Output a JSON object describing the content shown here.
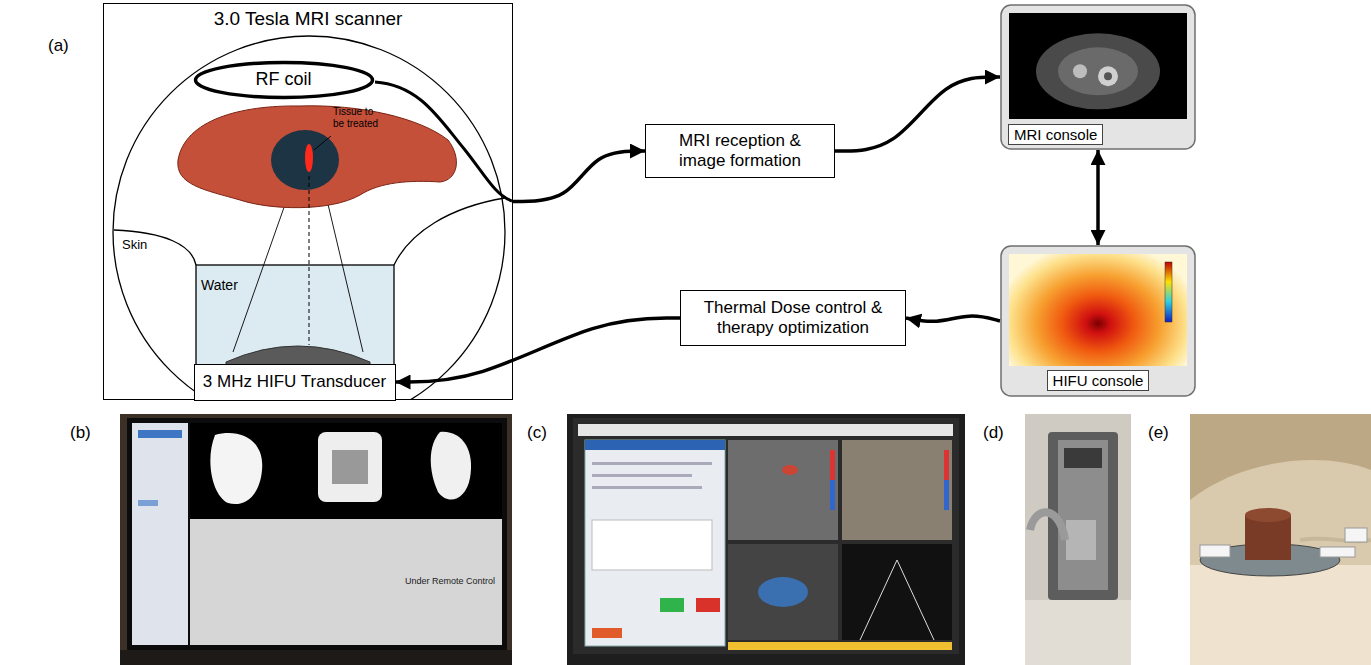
{
  "diagram": {
    "nodes": [
      {
        "text": [
          "3.0 Tesla MRI scanner"
        ]
      },
      {
        "text": [
          "RF coil"
        ],
        "in": 0
      },
      {
        "text": [
          "3 MHz HIFU Transducer"
        ],
        "in": 0
      },
      {
        "text": [
          "MRI reception & image formation"
        ]
      },
      {
        "text": [
          "MRI console"
        ]
      },
      {
        "text": [
          "HIFU console"
        ]
      },
      {
        "text": [
          "Thermal Dose control & therapy optimization"
        ]
      }
    ],
    "edges": [
      {
        "from": 0,
        "to": 3,
        "arrow": "to"
      },
      {
        "from": 3,
        "to": 4,
        "arrow": "to"
      },
      {
        "from": 4,
        "to": 5,
        "arrow": "both"
      },
      {
        "from": 5,
        "to": 6,
        "arrow": "to"
      },
      {
        "from": 6,
        "to": 2,
        "arrow": "to"
      }
    ],
    "labels": [
      "(a)",
      "Tissue to be treated",
      "Skin",
      "Water",
      "(b)",
      "Under Remote Control",
      "(c)",
      "(d)",
      "(e)"
    ]
  }
}
